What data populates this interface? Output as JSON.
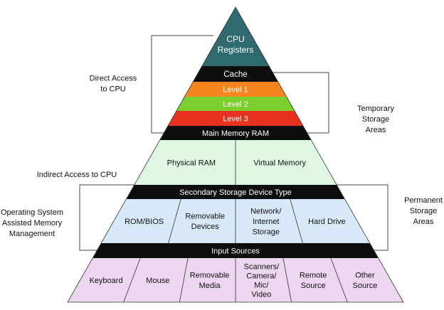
{
  "pyramid": {
    "apex": {
      "lines": [
        "CPU",
        "Registers"
      ],
      "color": "#2e6a70"
    },
    "cache": {
      "label": "Cache",
      "color": "#0d0d0d"
    },
    "levels": [
      {
        "label": "Level 1",
        "color": "#f5861f"
      },
      {
        "label": "Level 2",
        "color": "#7ccf2e"
      },
      {
        "label": "Level 3",
        "color": "#e8311e"
      }
    ],
    "main_memory": {
      "header": "Main Memory RAM",
      "cells": [
        {
          "lines": [
            "Physical RAM"
          ]
        },
        {
          "lines": [
            "Virtual Memory"
          ]
        }
      ],
      "fill": "#dff7e2"
    },
    "secondary": {
      "header": "Secondary Storage Device Type",
      "cells": [
        {
          "lines": [
            "ROM/BIOS"
          ]
        },
        {
          "lines": [
            "Removable",
            "Devices"
          ]
        },
        {
          "lines": [
            "Network/",
            "Internet",
            "Storage"
          ]
        },
        {
          "lines": [
            "Hard Drive"
          ]
        }
      ],
      "fill": "#d8eafa"
    },
    "input": {
      "header": "Input Sources",
      "cells": [
        {
          "lines": [
            "Keyboard"
          ]
        },
        {
          "lines": [
            "Mouse"
          ]
        },
        {
          "lines": [
            "Removable",
            "Media"
          ]
        },
        {
          "lines": [
            "Scanners/",
            "Camera/",
            "Mic/",
            "Video"
          ]
        },
        {
          "lines": [
            "Remote",
            "Source"
          ]
        },
        {
          "lines": [
            "Other",
            "Source"
          ]
        }
      ],
      "fill": "#edd6ef"
    }
  },
  "annotations": {
    "direct_access": [
      "Direct Access",
      "to CPU"
    ],
    "temporary": [
      "Temporary",
      "Storage",
      "Areas"
    ],
    "indirect_access": [
      "Indirect Access to CPU"
    ],
    "os_memory": [
      "Operating System",
      "Assisted Memory",
      "Management"
    ],
    "permanent": [
      "Permanent",
      "Storage",
      "Areas"
    ]
  }
}
